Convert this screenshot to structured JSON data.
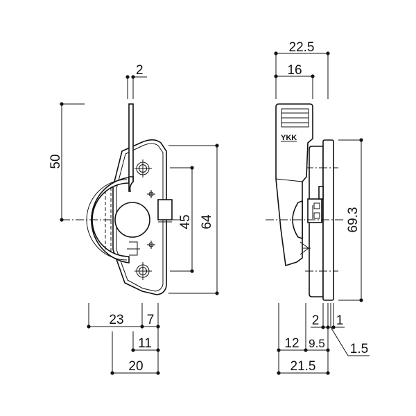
{
  "front_view": {
    "dimensions": {
      "handle_thickness": "2",
      "handle_height": "50",
      "screw_pitch": "45",
      "body_height": "64",
      "left_extent": "23",
      "tab_width": "7",
      "hole_offset": "11",
      "base_width": "20"
    }
  },
  "side_view": {
    "logo": "YKK",
    "dimensions": {
      "total_depth": "22.5",
      "handle_depth": "16",
      "base_height": "69.3",
      "gap_2": "2",
      "gap_1": "1",
      "gap_1_5": "1.5",
      "depth_12": "12",
      "depth_9_5": "9.5",
      "depth_21_5": "21.5"
    }
  }
}
